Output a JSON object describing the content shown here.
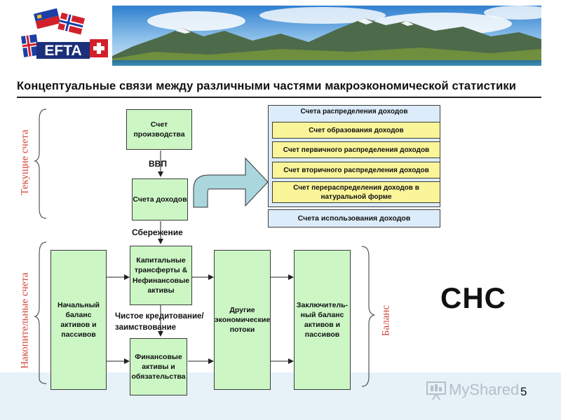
{
  "header": {
    "logo_text": "EFTA",
    "title": "Концептуальные связи между различными частями макроэкономической статистики"
  },
  "side_labels": {
    "current_accounts": "Текущие счета",
    "accumulation_accounts": "Накопительные счета",
    "balance": "Баланс"
  },
  "boxes": {
    "production_account": "Счет производства",
    "income_accounts": "Счета доходов",
    "capital_transfers": "Капитальные трансферты & Нефинансовые активы",
    "financial_assets": "Финансовые активы и обязательства",
    "opening_balance": "Начальный баланс активов и пассивов",
    "other_flows": "Другие экономические потоки",
    "closing_balance": "Заключитель-ный баланс активов и пассивов"
  },
  "flow_labels": {
    "gdp": "ВВП",
    "saving": "Сбережение",
    "net_lending": "Чистое кредитование/ заимствование"
  },
  "distribution": {
    "heading": "Счета распределения доходов",
    "items": [
      "Счет образования доходов",
      "Счет первичного распределения доходов",
      "Счет вторичного распределения доходов",
      "Счет перераспределения доходов в натуральной форме"
    ],
    "use_of_income": "Счета использования доходов"
  },
  "acronym": "СНС",
  "page_number": "5",
  "watermark": "MyShared",
  "colors": {
    "box_green": "#ccf7c5",
    "box_yellow": "#fbf59a",
    "box_blue": "#dcecfa",
    "side_label_red": "#d0453b",
    "arrow_fill": "#a9d7dd"
  }
}
